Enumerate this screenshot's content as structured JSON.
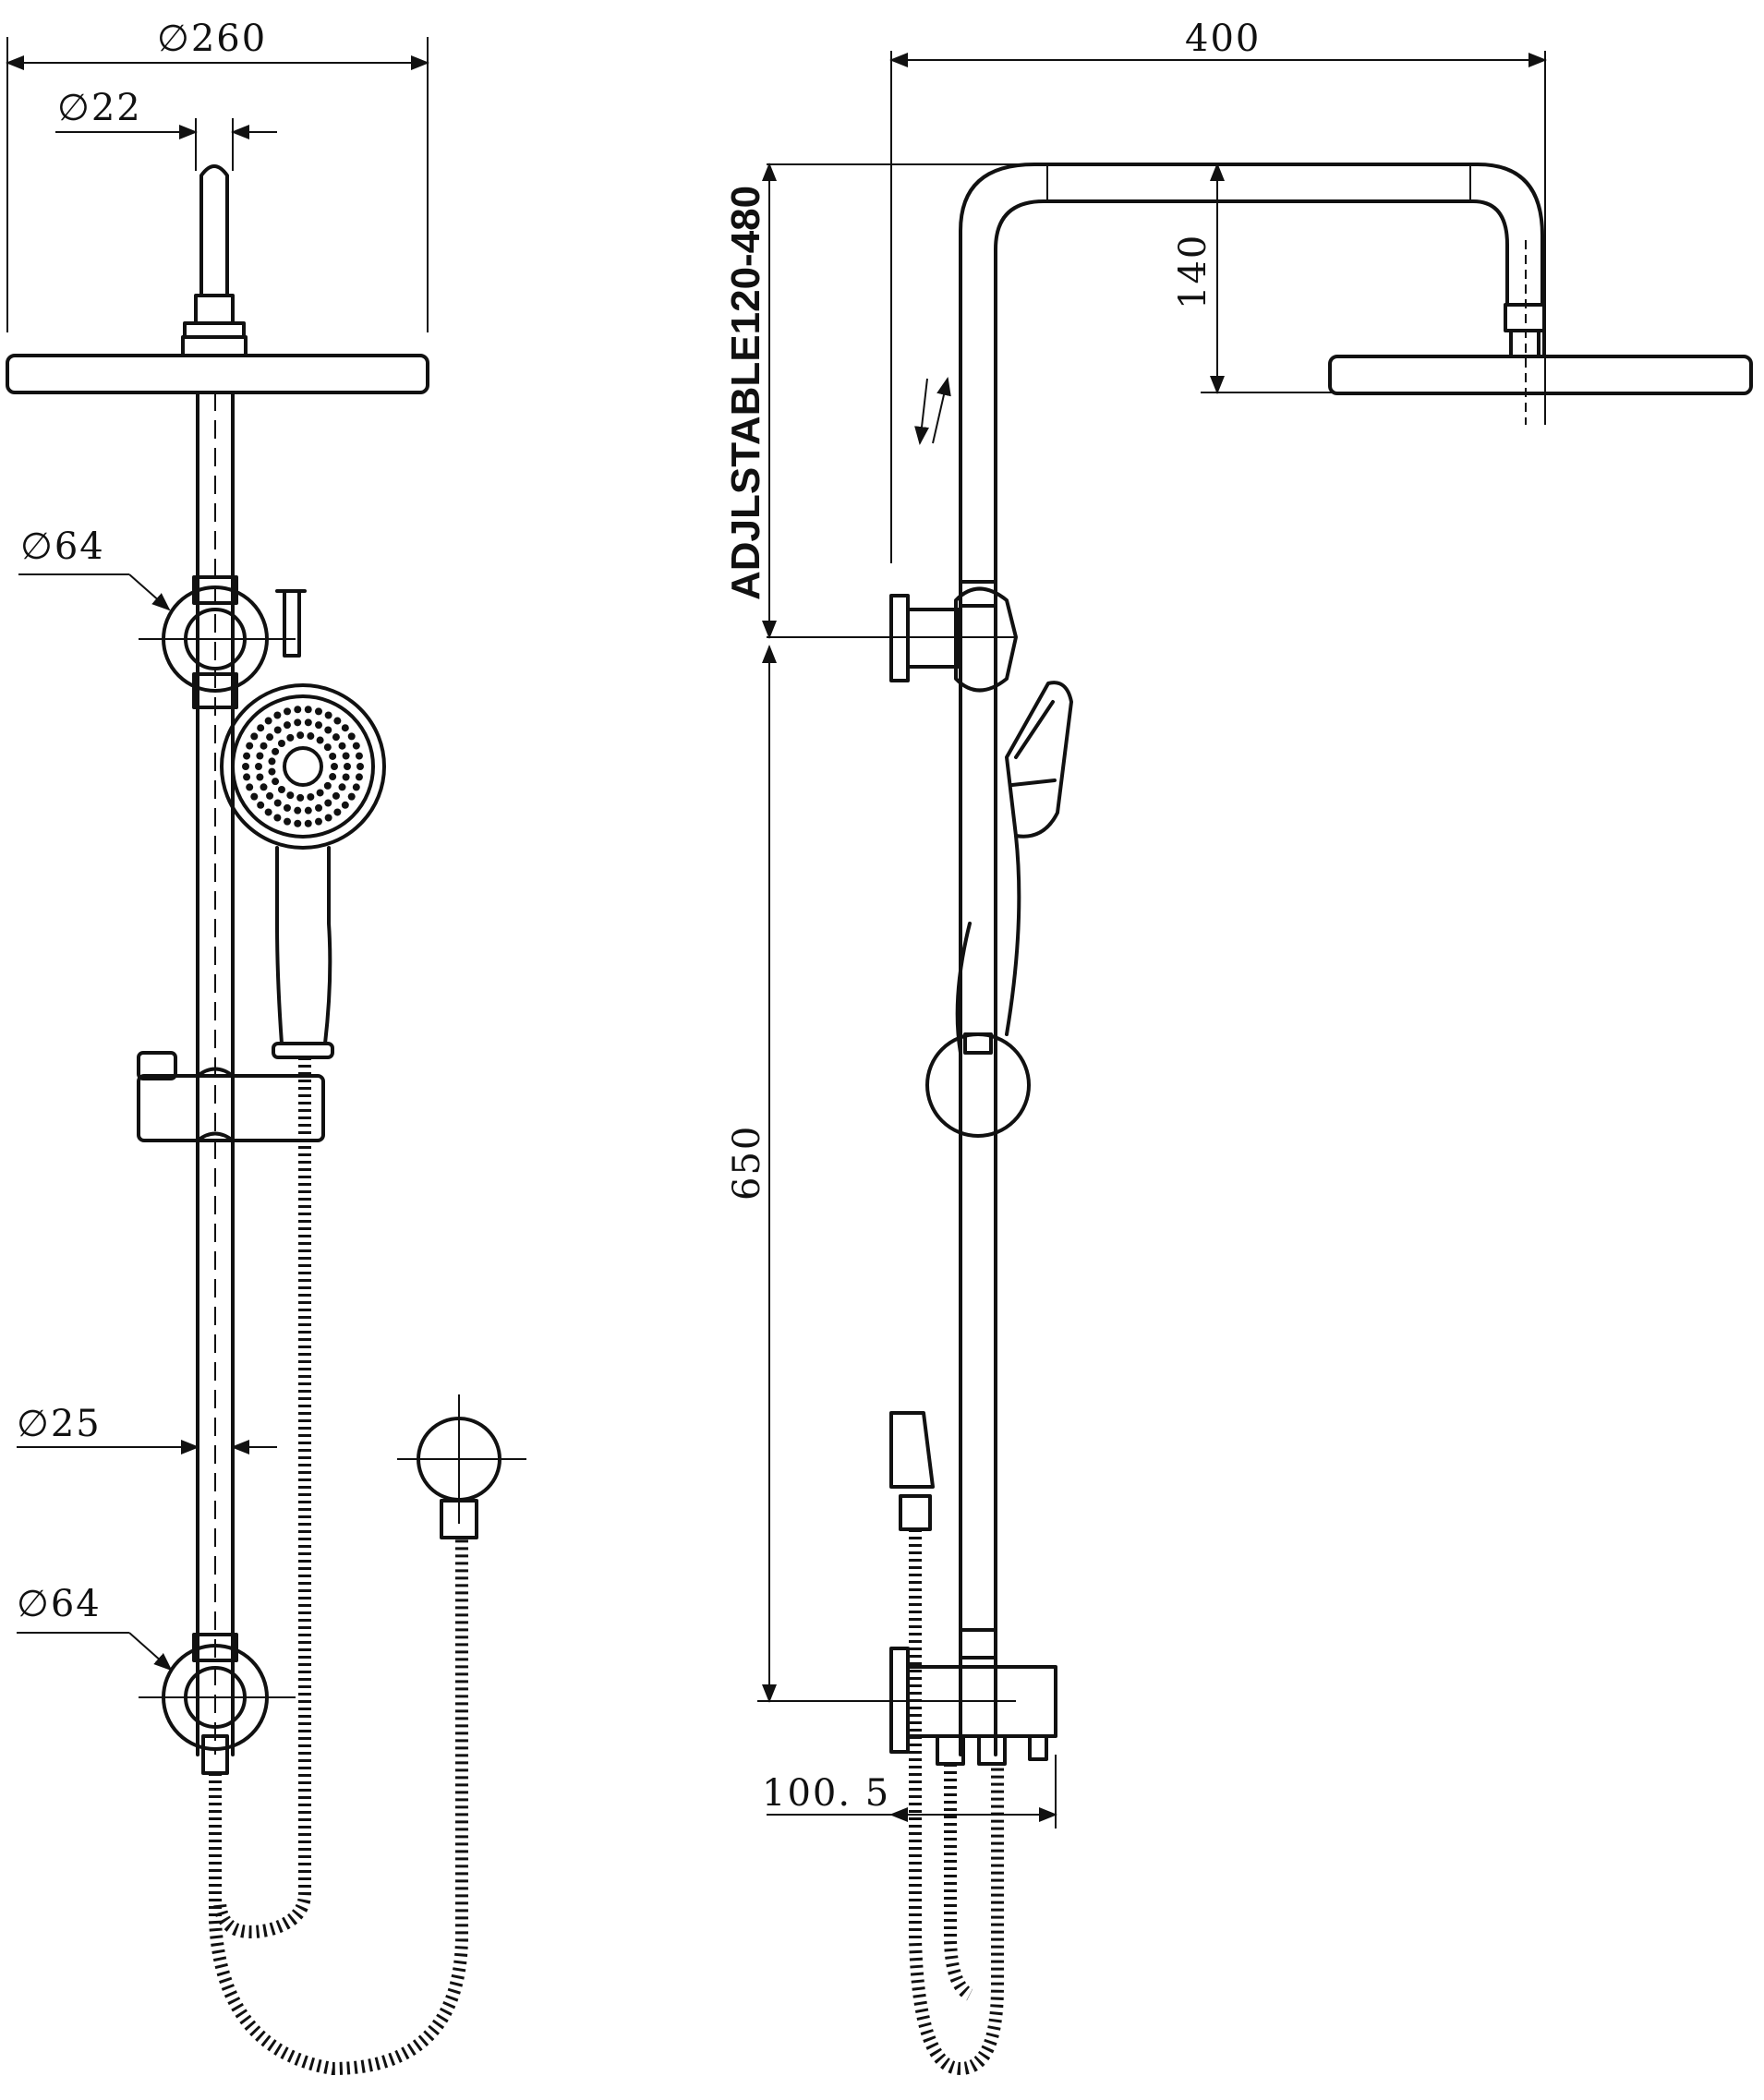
{
  "dimensions": {
    "overall_head_diameter": "∅260",
    "arm_diameter": "∅22",
    "bracket_diameter_top": "∅64",
    "rail_diameter": "∅25",
    "bracket_diameter_bottom": "∅64",
    "arm_reach": "400",
    "arm_height": "140",
    "adjustable_range": "ADJLSTABLE120-480",
    "rail_length": "650",
    "wall_offset": "100. 5"
  },
  "colors": {
    "line": "#111111",
    "background": "#ffffff"
  }
}
